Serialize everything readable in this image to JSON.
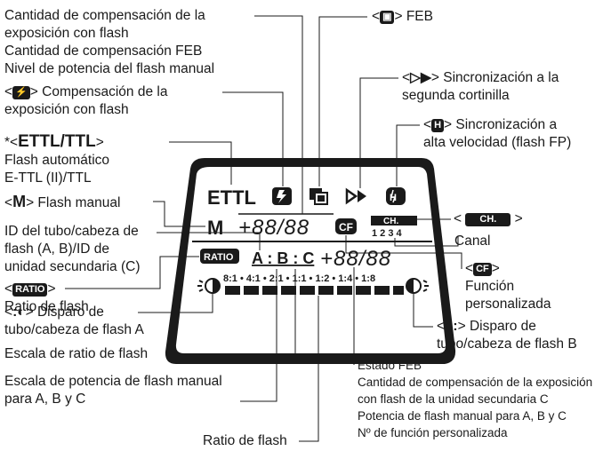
{
  "labels": {
    "exp_comp": [
      "Cantidad de compensación de la",
      "exposición con flash",
      "Cantidad de compensación FEB",
      "Nivel de potencia del flash manual"
    ],
    "exp_comp_icon": [
      "Compensación de la",
      "exposición con flash"
    ],
    "ettl_ttl": {
      "prefix": "*<",
      "main": "ETTL/TTL",
      "suffix": ">",
      "lines": [
        "Flash automático",
        "E-TTL (II)/TTL"
      ]
    },
    "manual": {
      "prefix": "<",
      "main": "M",
      "suffix": "> Flash manual"
    },
    "id_tube": [
      "ID del tubo/cabeza de",
      "flash (A, B)/ID de",
      "unidad secundaria (C)"
    ],
    "ratio_icon": {
      "prefix": "<",
      "icon": "RATIO",
      "suffix": ">",
      "line": "Ratio de flash"
    },
    "fire_a": {
      "prefix": "<",
      "suffix": "> Disparo de",
      "line": "tubo/cabeza de flash A"
    },
    "ratio_scale": "Escala de ratio de flash",
    "power_scale": [
      "Escala de potencia de flash manual",
      "para A, B y C"
    ],
    "ratio_flash": "Ratio de flash",
    "feb": "> FEB",
    "second_curtain": [
      "> Sincronización a la",
      "segunda cortinilla"
    ],
    "high_speed": [
      "> Sincronización a",
      "alta velocidad (flash FP)"
    ],
    "channel_icon": {
      "prefix": "<",
      "icon": "CH.",
      "suffix": ">"
    },
    "channel": "Canal",
    "custom_func": {
      "prefix": "<",
      "icon": "CF",
      "suffix": ">",
      "lines": [
        "Función",
        "personalizada"
      ]
    },
    "fire_b": {
      "prefix": "<",
      "suffix": "> Disparo de",
      "line": "tubo/cabeza de flash B"
    },
    "feb_status": [
      "Estado FEB",
      "Cantidad de compensación de la exposición",
      "con flash de la unidad secundaria C",
      "Potencia de flash manual para A, B y C",
      "Nº de función personalizada"
    ]
  },
  "lcd": {
    "ettl": "ETTL",
    "m": "M",
    "readout_top": "+88/88",
    "readout_bottom": "+88/88",
    "ch": "CH.",
    "ch_nums": "1 2 3 4",
    "cf": "CF",
    "ratio": "RATIO",
    "abc": "A : B : C",
    "scale": "8:1 • 4:1 • 2:1 • 1:1 • 1:2 • 1:4 • 1:8"
  }
}
